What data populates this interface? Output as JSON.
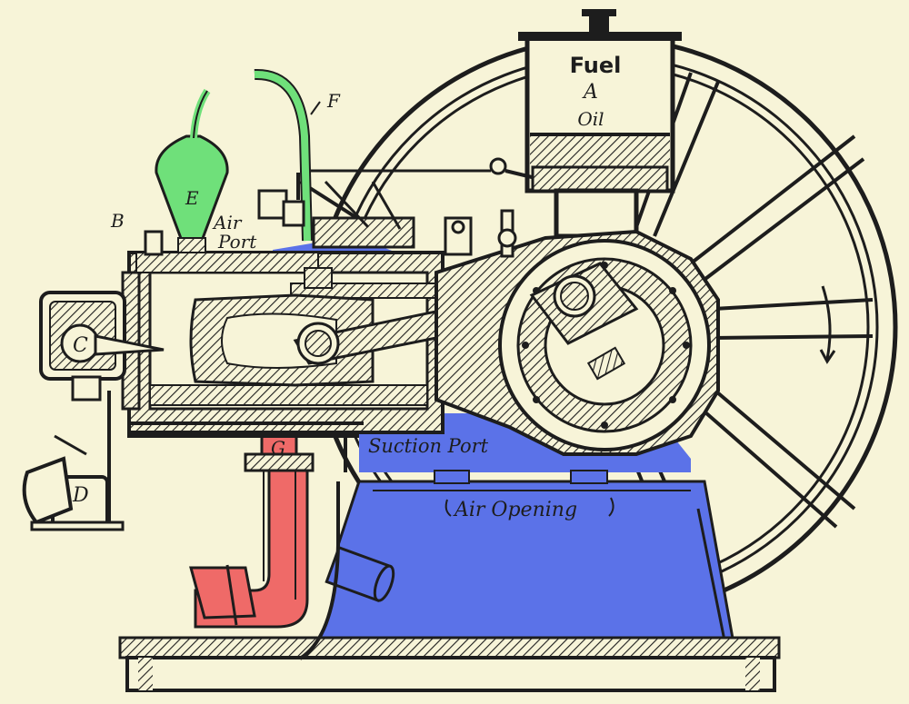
{
  "labels": {
    "fuel": "Fuel",
    "a": "A",
    "oil": "Oil",
    "f": "F",
    "e": "E",
    "b": "B",
    "air_port_line1": "Air",
    "air_port_line2": "Port",
    "c": "C",
    "d": "D",
    "g": "G",
    "suction_port": "Suction Port",
    "air_opening": "Air Opening"
  },
  "colors": {
    "background": "#f7f4d8",
    "ink": "#1d1d1d",
    "air_path": "#5b72e8",
    "air_path_dark": "#3f58d6",
    "ignition": "#6fe07a",
    "exhaust": "#ef6a68"
  }
}
